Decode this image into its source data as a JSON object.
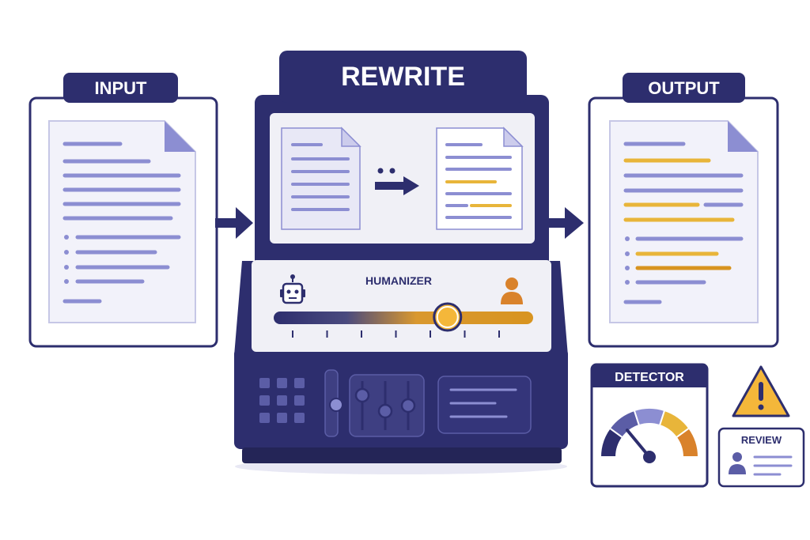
{
  "labels": {
    "input": "INPUT",
    "rewrite": "REWRITE",
    "output": "OUTPUT",
    "humanizer": "HUMANIZER",
    "detector": "DETECTOR",
    "review": "REVIEW"
  },
  "icons": {
    "input_doc": "document-icon",
    "robot": "robot-icon",
    "person": "person-icon",
    "gauge": "gauge-icon",
    "warning": "warning-icon",
    "reviewer": "user-card-icon"
  },
  "humanizer_slider": {
    "level": 0.67
  },
  "detector_gauge": {
    "needle_fraction": 0.28
  },
  "colors": {
    "navy": "#2d2e6e",
    "indigo": "#5b5da6",
    "lavender": "#8c8ed2",
    "gold": "#e8b53a",
    "orange": "#d9822b",
    "panel": "#f0f0f6"
  }
}
